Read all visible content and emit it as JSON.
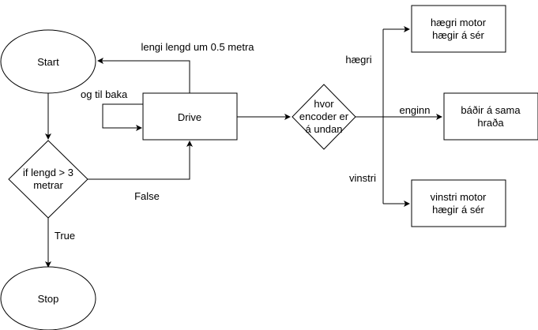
{
  "nodes": {
    "start": "Start",
    "stop": "Stop",
    "drive": "Drive",
    "if_decision": [
      "if lengd > 3",
      "metrar"
    ],
    "hvor_decision": [
      "hvor",
      "encoder er",
      "á undan"
    ],
    "right_motor": [
      "hægri motor",
      "hægir á sér"
    ],
    "both_same": [
      "báðir á sama",
      "hraða"
    ],
    "left_motor": [
      "vinstri motor",
      "hægir á sér"
    ]
  },
  "edges": {
    "lengi": "lengi lengd um 0.5 metra",
    "og_til_baka": "og til baka",
    "false": "False",
    "true": "True",
    "haegri": "hægri",
    "enginn": "enginn",
    "vinstri": "vinstri"
  }
}
